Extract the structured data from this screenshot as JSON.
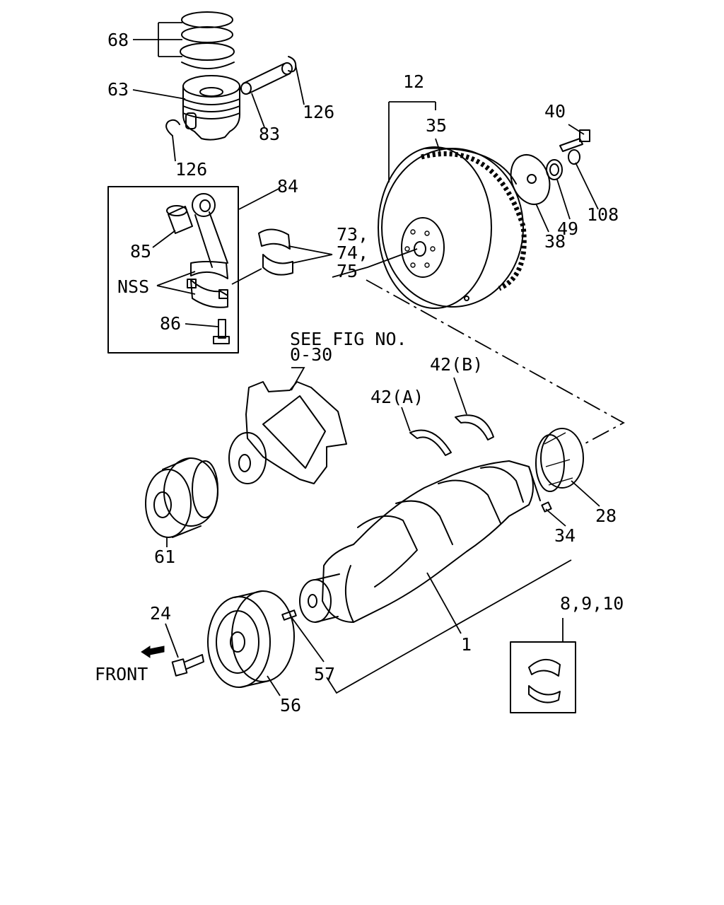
{
  "callouts": {
    "c68": "68",
    "c63": "63",
    "c126a": "126",
    "c83": "83",
    "c126b": "126",
    "c84": "84",
    "c85": "85",
    "c73": "73,",
    "c74": "74,",
    "c75": "75",
    "nss": "NSS",
    "c86": "86",
    "c12": "12",
    "c35": "35",
    "c40": "40",
    "c108": "108",
    "c49": "49",
    "c38": "38",
    "see_fig_1": "SEE FIG NO.",
    "see_fig_2": "0-30",
    "c42b": "42(B)",
    "c42a": "42(A)",
    "c28": "28",
    "c61": "61",
    "c34": "34",
    "c8910": "8,9,10",
    "c24": "24",
    "c1": "1",
    "front": "FRONT",
    "c57": "57",
    "c56": "56"
  },
  "icons": {
    "front_arrow": "arrow-front-icon"
  }
}
